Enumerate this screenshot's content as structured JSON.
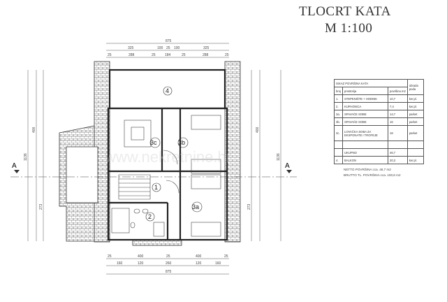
{
  "title": {
    "line1": "TLOCRT KATA",
    "line2": "M 1:100"
  },
  "section_marker": "A",
  "rooms": [
    "4",
    "3c",
    "3b",
    "1",
    "2",
    "3a"
  ],
  "dimensions": {
    "top_total": "875",
    "top_mid": [
      "325",
      "100",
      "25",
      "100",
      "325"
    ],
    "top_inner": [
      "25",
      "288",
      "25",
      "184",
      "25",
      "288",
      "25"
    ],
    "bottom_inner": [
      "25",
      "400",
      "25",
      "400",
      "25"
    ],
    "bottom_mid": [
      "160",
      "120",
      "260",
      "120",
      "160"
    ],
    "bottom_total": "875",
    "left_vertical": [
      "1136",
      "400",
      "273"
    ],
    "right_vertical": [
      "1136",
      "400",
      "273"
    ]
  },
  "area_table": {
    "title": "ISKAZ POVRŠINA KATA",
    "col_no": "broj",
    "col_room": "prostorija",
    "col_area": "površina m2",
    "col_floor": "obrada poda",
    "rows": [
      {
        "no": "1.",
        "room": "STEPENIŠTE + HODNIK",
        "area": "10,7",
        "floor": "ker.pl."
      },
      {
        "no": "2.",
        "room": "KUPAONICA",
        "area": "7,4",
        "floor": "ker.pl."
      },
      {
        "no": "3a.",
        "room": "SPAVAĆE SOBE",
        "area": "14,7",
        "floor": "parket"
      },
      {
        "no": "3b.",
        "room": "SPAVAĆE SOBE",
        "area": "16",
        "floor": "parket"
      },
      {
        "no": "3c.",
        "room": "LOVAČKA SOBA ZA EKSPONATE I TROFEJE",
        "area": "18",
        "floor": "parket"
      }
    ],
    "total_label": "UKUPNO",
    "total_area": "46,7",
    "balcony": {
      "no": "4.",
      "room": "BALKON",
      "area": "20,3",
      "floor": "ker.pl."
    }
  },
  "notes": [
    "NETTO POVRŠINA cca. 46,7 m2",
    "BRUTTO TL. POVRŠINA cca. 100,6 m2"
  ],
  "watermark": "www.nekretnine.hr"
}
